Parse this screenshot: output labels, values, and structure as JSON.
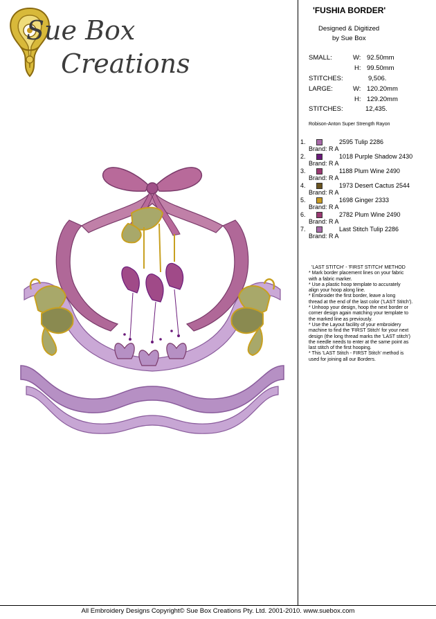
{
  "logo": {
    "line1": "Sue Box",
    "line2": "Creations"
  },
  "title": "'FUSHIA BORDER'",
  "credit": {
    "line1": "Designed & Digitized",
    "line2": "by Sue Box"
  },
  "specs": {
    "small_label": "SMALL:",
    "small_w_label": "W:",
    "small_w": "92.50mm",
    "small_h_label": "H:",
    "small_h": "99.50mm",
    "stitches_label": "STITCHES:",
    "small_stitches": "9,506.",
    "large_label": "LARGE:",
    "large_w_label": "W:",
    "large_w": "120.20mm",
    "large_h_label": "H:",
    "large_h": "129.20mm",
    "large_stitches": "12,435."
  },
  "thread": "Robison-Anton Super Strength Rayon",
  "colors": [
    {
      "num": "1.",
      "swatch": "#a86aa8",
      "desc": "2595  Tulip 2286",
      "brand": "Brand: R A"
    },
    {
      "num": "2.",
      "swatch": "#6a1a7a",
      "desc": "1018  Purple Shadow 2430",
      "brand": "Brand: R A"
    },
    {
      "num": "3.",
      "swatch": "#9a3a72",
      "desc": "1188  Plum Wine 2490",
      "brand": "Brand: R A"
    },
    {
      "num": "4.",
      "swatch": "#6a5420",
      "desc": "1973  Desert Cactus 2544",
      "brand": "Brand: R A"
    },
    {
      "num": "5.",
      "swatch": "#c89a20",
      "desc": "1698  Ginger 2333",
      "brand": "Brand: R A"
    },
    {
      "num": "6.",
      "swatch": "#9a3a72",
      "desc": "2782  Plum Wine 2490",
      "brand": "Brand: R A"
    },
    {
      "num": "7.",
      "swatch": "#a86aa8",
      "desc": "Last Stitch  Tulip 2286",
      "brand": "Brand: R A"
    }
  ],
  "method": {
    "heading": "'LAST STITCH' - 'FIRST STITCH' METHOD",
    "lines": [
      "* Mark border placement lines on your fabric",
      "with a fabric marker.",
      "* Use a plastic hoop template to accurately",
      "align your hoop along line.",
      "* Embroider the first border, leave a long",
      "thread at the end of the last color ('LAST Stitch').",
      "* Unhoop your design, hoop the next border or",
      "corner design again matching your template to",
      " the marked line as previously.",
      "* Use the Layout facility of your embroidery",
      "machine to find the 'FIRST Stitch' for your next",
      "design (the long thread marks the 'LAST stitch')",
      "the needle needs to enter at the same point as",
      "last stitch of the first hooping.",
      "* This 'LAST Stitch - FIRST Stitch' method is",
      "used for joining all our Borders."
    ]
  },
  "footer": "All Embroidery Designs Copyright© Sue Box Creations Pty. Ltd. 2001-2010. www.suebox.com"
}
